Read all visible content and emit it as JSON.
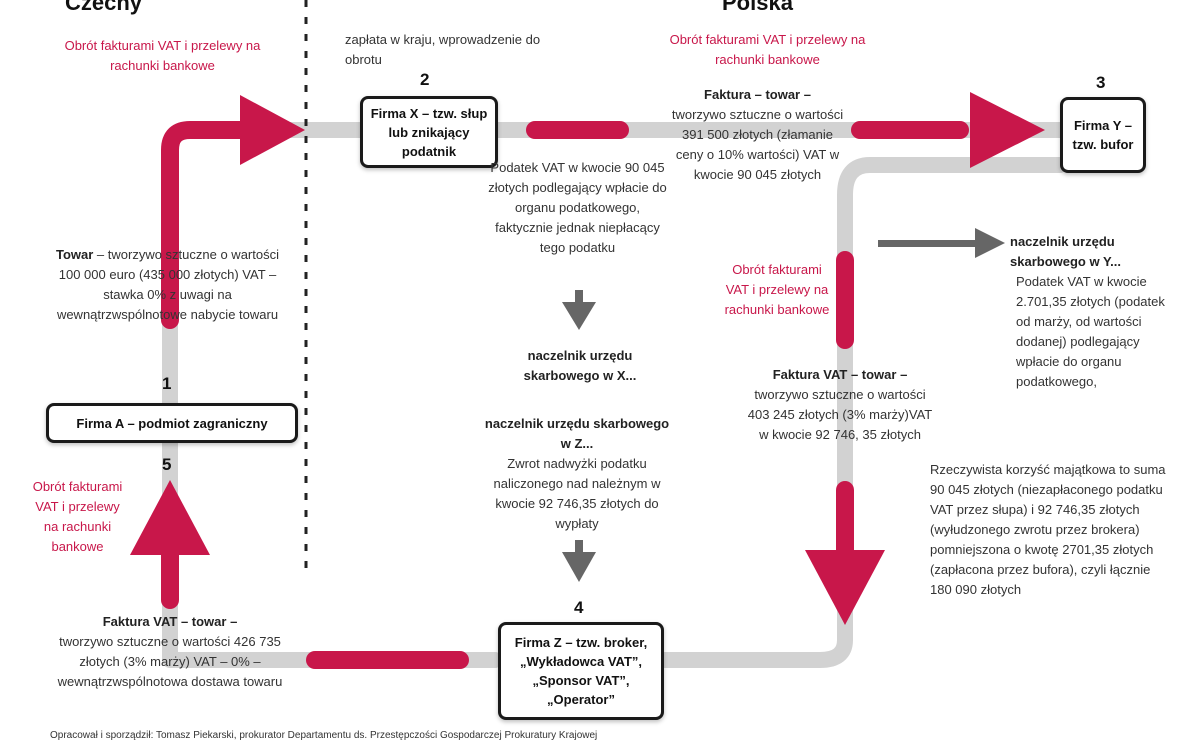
{
  "header": {
    "left_country": "Czechy",
    "right_country": "Polska"
  },
  "labels": {
    "flow_top_left": "Obrót fakturami VAT i przelewy na rachunki bankowe",
    "flow_top_right": "Obrót fakturami VAT i przelewy na rachunki bankowe",
    "flow_mid_right": "Obrót fakturami VAT i przelewy na rachunki bankowe",
    "flow_left": "Obrót fakturami VAT i przelewy na rachunki bankowe",
    "payment_domestic": "zapłata w kraju, wprowadzenie do obrotu"
  },
  "entities": {
    "firma_a": {
      "number": "1",
      "number2": "5",
      "label": "Firma A – podmiot zagraniczny"
    },
    "firma_x": {
      "number": "2",
      "label": "Firma X – tzw. słup lub znikający podatnik"
    },
    "firma_y": {
      "number": "3",
      "label": "Firma Y – tzw. bufor"
    },
    "firma_z": {
      "number": "4",
      "label": "Firma Z – tzw. broker, „Wykładowca VAT”, „Sponsor VAT”, „Operator”"
    }
  },
  "notes": {
    "towar_bold": "Towar",
    "towar_text": " – tworzywo sztuczne o wartości 100 000 euro (435 000 złotych) VAT – stawka 0% z uwagi na wewnątrzwspólnotowe nabycie towaru",
    "faktura_xy_bold": "Faktura – towar –",
    "faktura_xy_text": "tworzywo sztuczne o wartości 391 500 złotych (złamanie ceny o 10% wartości) VAT w kwocie 90 045 złotych",
    "podatek_x": "Podatek VAT w kwocie 90 045 złotych podlegający wpłacie do organu podatkowego, faktycznie jednak niepłacący tego podatku",
    "naczelnik_x": "naczelnik urzędu skarbowego w X...",
    "naczelnik_z_bold": "naczelnik urzędu skarbowego w Z...",
    "naczelnik_z_text": "Zwrot nadwyżki podatku naliczonego nad należnym w kwocie 92 746,35 złotych do wypłaty",
    "naczelnik_y_bold": "naczelnik urzędu skarbowego w Y...",
    "naczelnik_y_text": "Podatek VAT w kwocie 2.701,35 złotych (podatek od marży, od wartości dodanej) podlegający wpłacie do organu podatkowego,",
    "faktura_yz_bold": "Faktura VAT – towar –",
    "faktura_yz_text": "tworzywo sztuczne o wartości  403 245 złotych (3% marży)VAT w kwocie 92 746, 35 złotych",
    "faktura_za_bold": "Faktura VAT – towar –",
    "faktura_za_text": "tworzywo sztuczne o wartości 426 735 złotych  (3% marży) VAT – 0% – wewnątrzwspólnotowa dostawa towaru",
    "korzysc": "Rzeczywista korzyść majątkowa to suma 90 045 złotych (niezapłaconego podatku VAT przez słupa) i 92 746,35 złotych (wyłudzonego zwrotu przez brokera) pomniejszona o kwotę 2701,35 złotych (zapłacona przez bufora), czyli łącznie 180 090 złotych"
  },
  "footer": "Opracował i sporządził: Tomasz Piekarski, prokurator Departamentu ds. Przestępczości Gospodarczej Prokuratury Krajowej",
  "colors": {
    "accent": "#c8174a",
    "path": "#d0d0d0",
    "arrow_gray": "#666666"
  }
}
